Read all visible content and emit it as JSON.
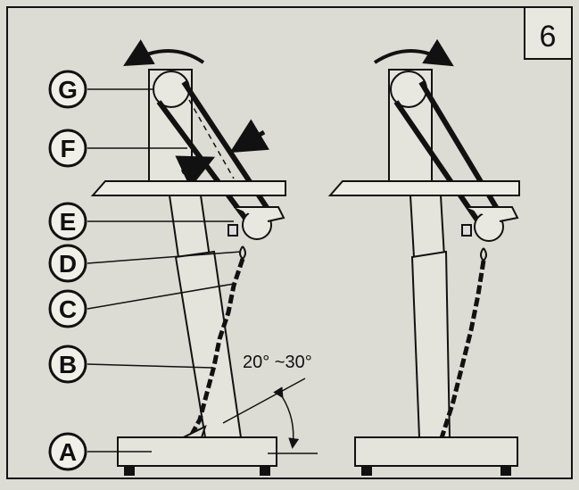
{
  "figure": {
    "step_number": "6",
    "angle_label": "20°  ~30°"
  },
  "callouts": [
    {
      "letter": "G"
    },
    {
      "letter": "F"
    },
    {
      "letter": "E"
    },
    {
      "letter": "D"
    },
    {
      "letter": "C"
    },
    {
      "letter": "B"
    },
    {
      "letter": "A"
    }
  ],
  "colors": {
    "paper": "#dcdcd4",
    "ink": "#111111"
  }
}
